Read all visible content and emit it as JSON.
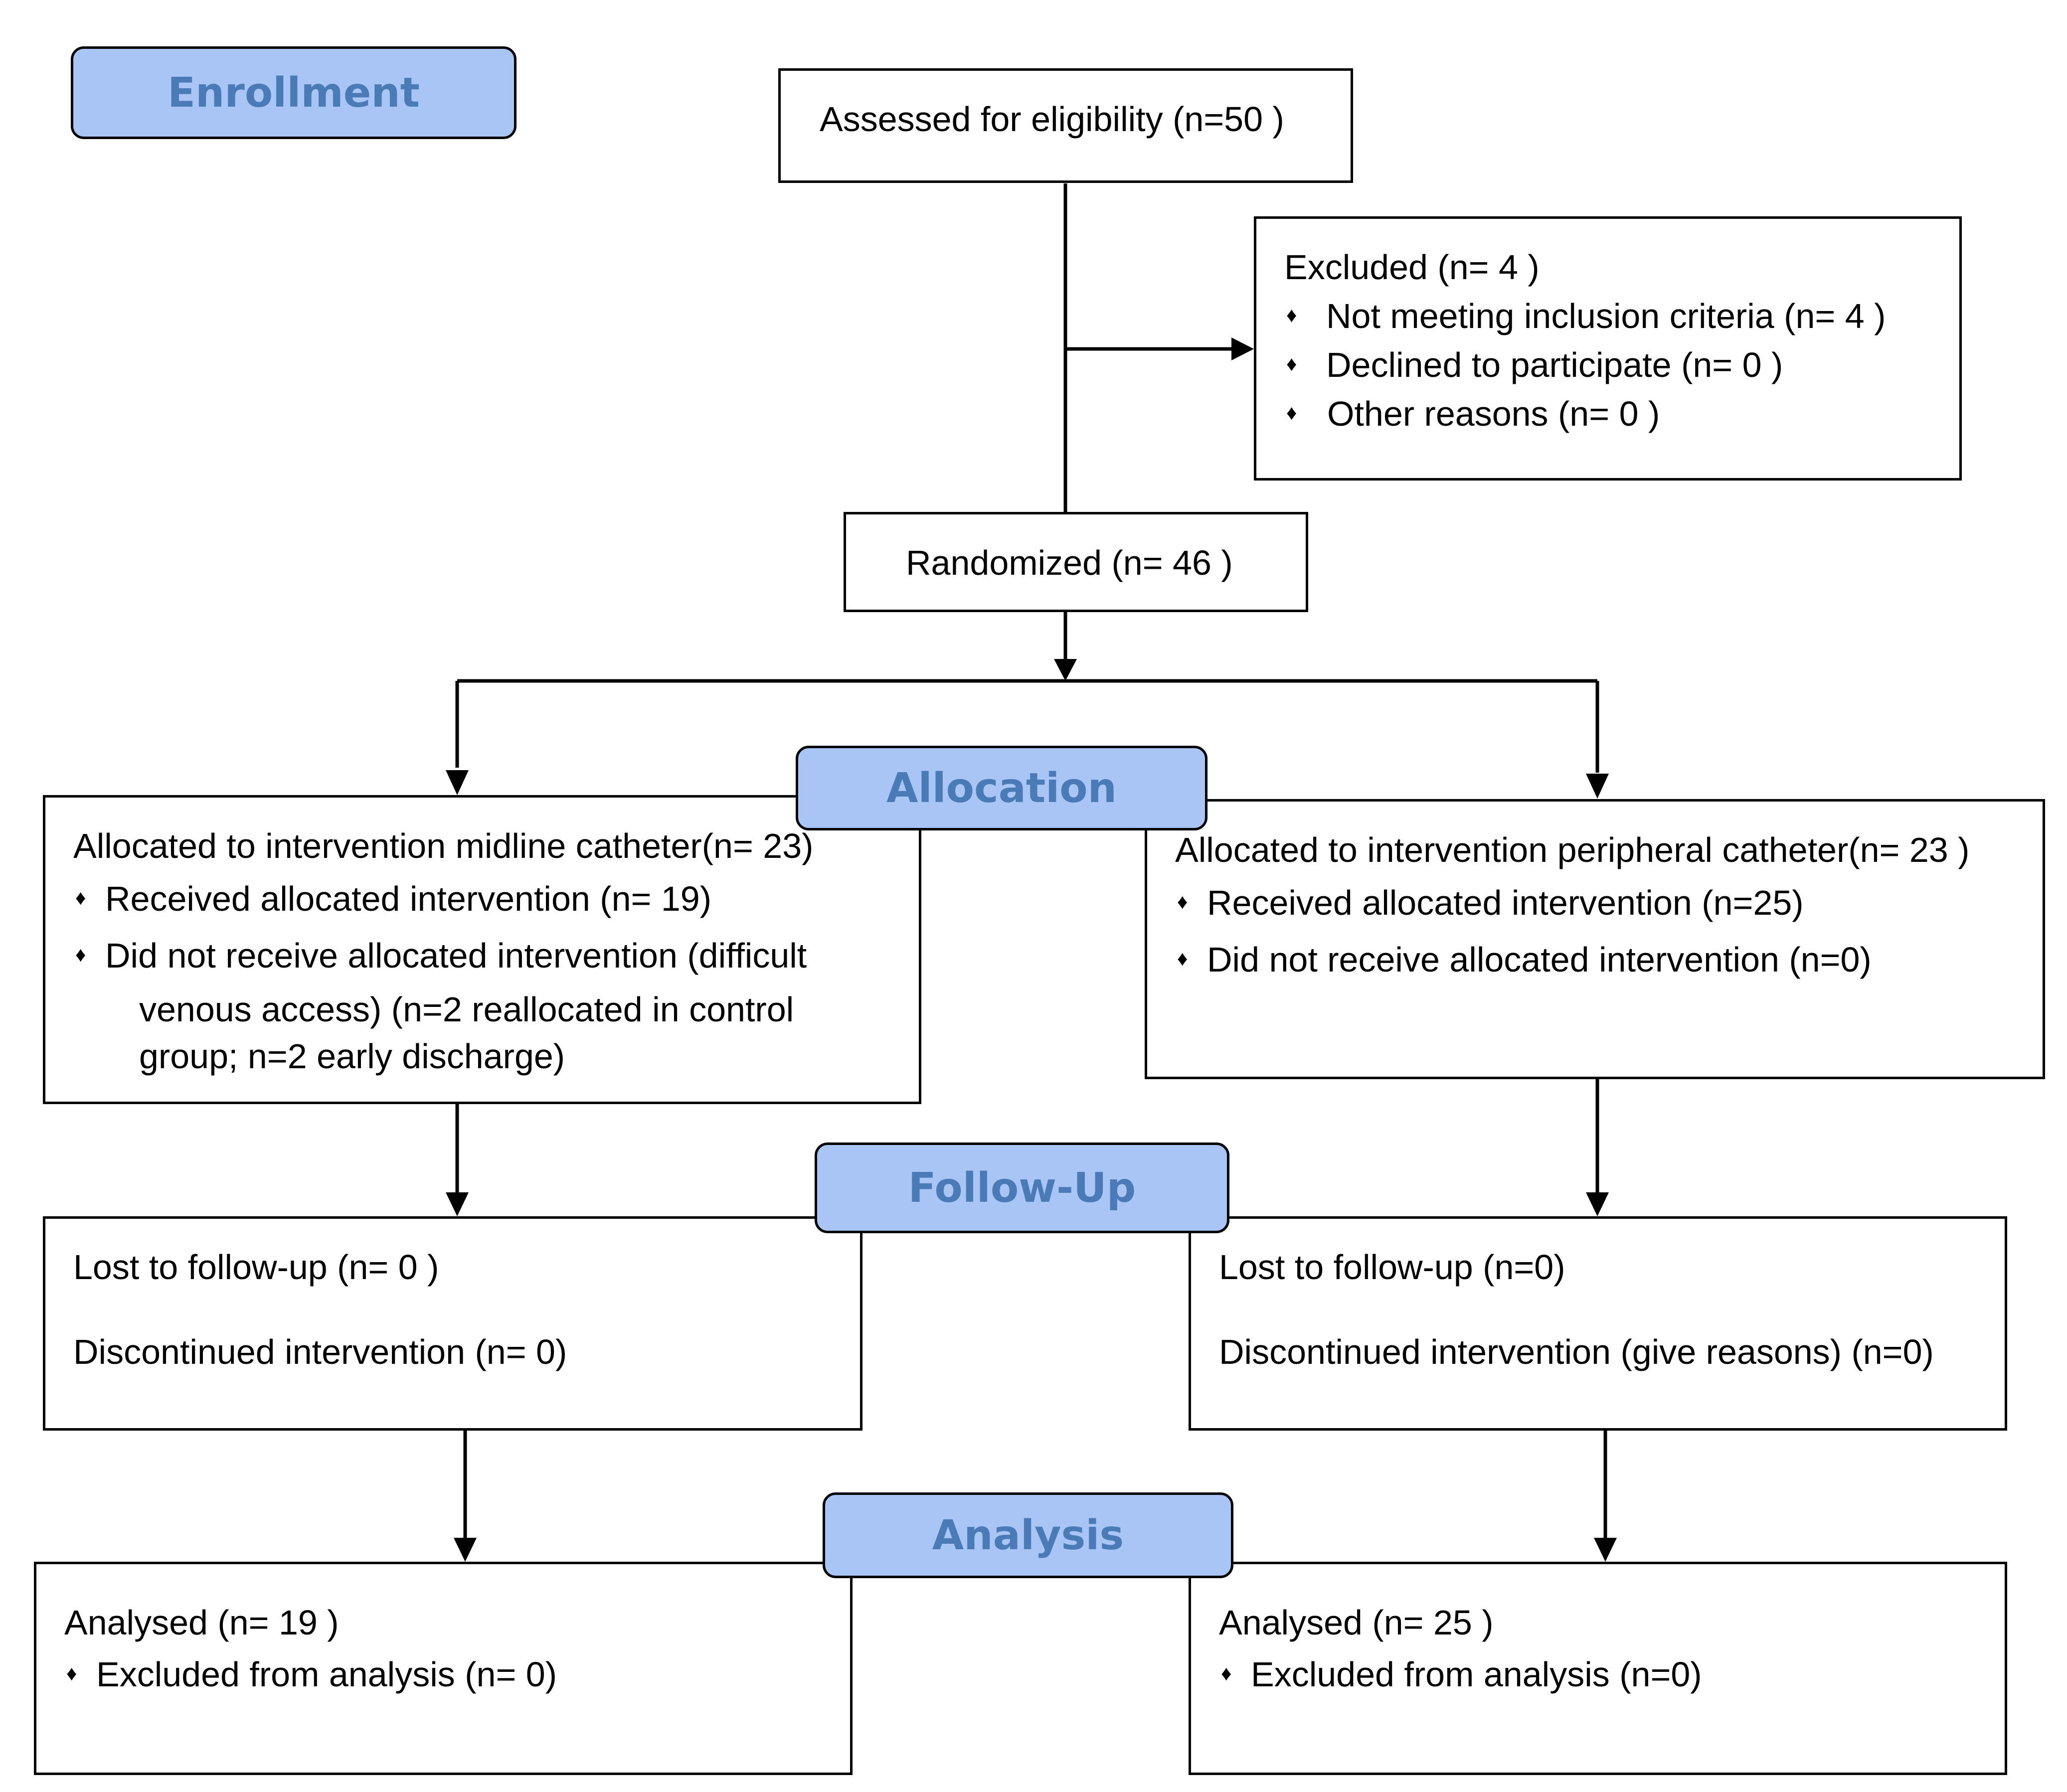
{
  "stages": {
    "enrollment": "Enrollment",
    "allocation": "Allocation",
    "follow_up": "Follow-Up",
    "analysis": "Analysis"
  },
  "bullet_icon": "diamond-icon",
  "assessed": {
    "text": "Assessed for eligibility (n=50  )"
  },
  "excluded": {
    "title": "Excluded  (n= 4  )",
    "items": [
      "Not meeting inclusion criteria (n= 4 )",
      "Declined to participate (n= 0 )",
      "Other reasons (n= 0 )"
    ]
  },
  "randomized": {
    "text": "Randomized (n= 46 )"
  },
  "alloc_left": {
    "title": "Allocated to intervention midline catheter(n=  23)",
    "received": "Received allocated intervention (n=  19)",
    "not_received_lines": [
      "Did not receive allocated intervention (difficult",
      "venous access) (n=2 reallocated in control",
      "group; n=2 early discharge)"
    ]
  },
  "alloc_right": {
    "title": "Allocated to intervention peripheral catheter(n= 23 )",
    "received": "Received allocated intervention (n=25)",
    "not_received": "Did not receive allocated intervention (n=0)"
  },
  "follow_left": {
    "lost": "Lost to follow-up (n= 0 )",
    "discontinued": "Discontinued intervention (n= 0)"
  },
  "follow_right": {
    "lost": "Lost to follow-up (n=0)",
    "discontinued": "Discontinued intervention (give reasons) (n=0)"
  },
  "analysis_left": {
    "analysed": "Analysed  (n= 19 )",
    "excluded": "Excluded from analysis (n= 0)"
  },
  "analysis_right": {
    "analysed": "Analysed  (n= 25 )",
    "excluded": "Excluded from analysis (n=0)"
  },
  "colors": {
    "stage_fill": "#a9c5f5",
    "stage_text": "#4a7bb7",
    "line": "#000000"
  }
}
